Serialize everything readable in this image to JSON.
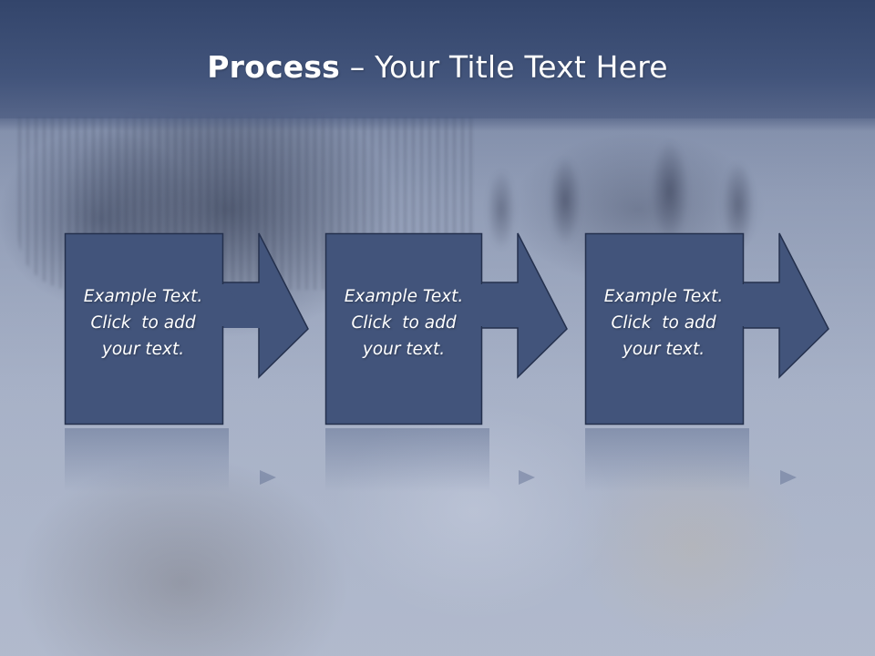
{
  "slide": {
    "title_bold": "Process",
    "title_rest": " – Your Title Text Here"
  },
  "colors": {
    "band": "#3b4d74",
    "box_fill": "#42547b",
    "box_stroke": "#1f2a44",
    "text": "#ffffff"
  },
  "steps": [
    {
      "line1": "Example Text.",
      "line2": "Click  to add",
      "line3": "your text.",
      "icon": "arrow-right-icon"
    },
    {
      "line1": "Example Text.",
      "line2": "Click  to add",
      "line3": "your text.",
      "icon": "arrow-right-icon"
    },
    {
      "line1": "Example Text.",
      "line2": "Click  to add",
      "line3": "your text.",
      "icon": "arrow-right-icon"
    }
  ]
}
